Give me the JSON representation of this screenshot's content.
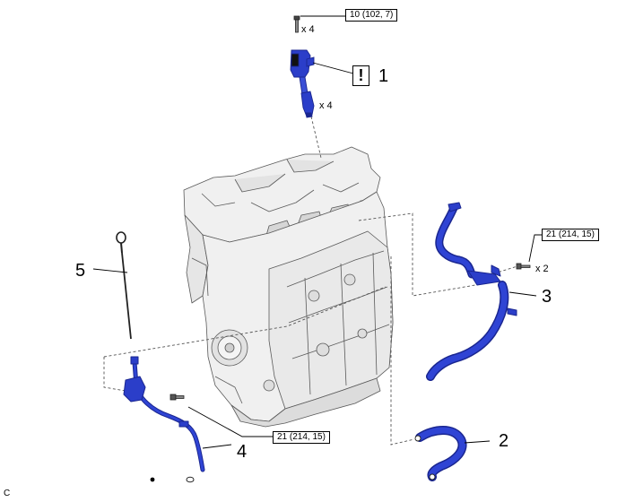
{
  "torques": {
    "t1": "10 (102, 7)",
    "t2": "21 (214, 15)",
    "t3": "21 (214, 15)"
  },
  "quantities": {
    "bolt_top": "x 4",
    "coil": "x 4",
    "bolt_right": "x 2"
  },
  "part_numbers": {
    "p1": "1",
    "p2": "2",
    "p3": "3",
    "p4": "4",
    "p5": "5"
  },
  "warning_symbol": "!",
  "figure_code": "C",
  "colors": {
    "part_blue": "#2b3ec9",
    "part_blue_dark": "#1a2690",
    "engine_gray": "#eeeeee",
    "engine_line": "#555555"
  }
}
